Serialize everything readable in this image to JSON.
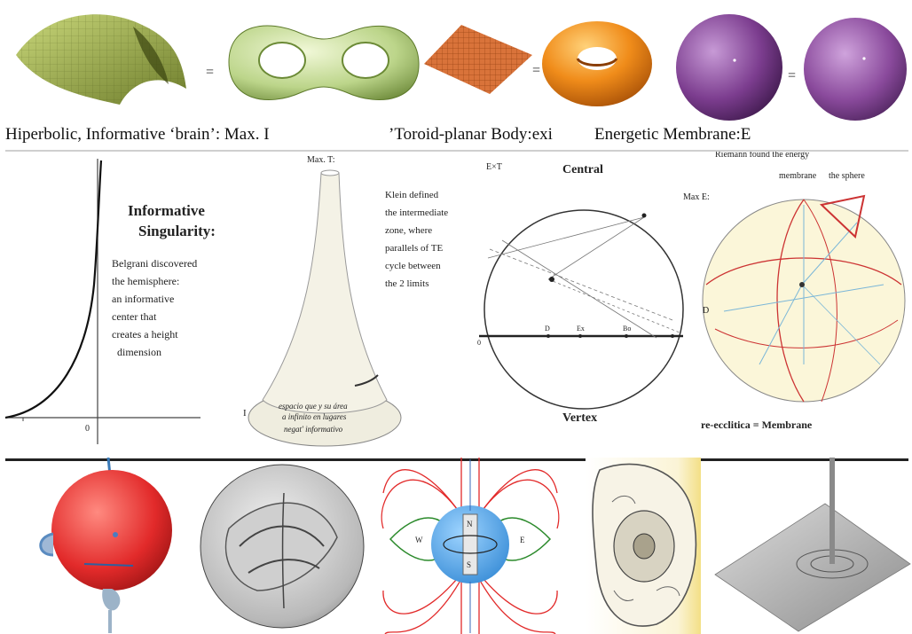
{
  "top_row": {
    "equals_signs": [
      "=",
      "=",
      "="
    ],
    "captions": [
      "Hiperbolic, Informative ‘brain’: Max. I",
      "’Toroid-planar Body:exi",
      "Energetic Membrane:E"
    ]
  },
  "middle_panel": {
    "hyperbola_section": {
      "title_line1": "Informative",
      "title_line2": "Singularity:",
      "body_lines": [
        "Belgrani discovered",
        "the hemisphere:",
        "an informative",
        "center that",
        "creates a height",
        "dimension"
      ],
      "axis_label_origin": "0"
    },
    "funnel_section": {
      "top_label": "Max. T:",
      "side_label": "I",
      "base_lines": [
        "espacio que y su área",
        "a infinito en lugares",
        "negat' informativo"
      ]
    },
    "klein_section": {
      "body_lines": [
        "Klein defined",
        "the intermediate",
        "zone, where",
        "parallels of TE",
        "cycle between",
        "the 2 limits"
      ]
    },
    "circle_section": {
      "top_left_label": "E×T",
      "top_label": "Central",
      "bottom_label": "Vertex",
      "axis_points": [
        "0",
        "D",
        "Ex",
        "Bo"
      ]
    },
    "sphere_section": {
      "note_line1": "Riemann found the energy",
      "note_line2": "membrane",
      "note_line3": "the sphere",
      "max_label": "Max E:",
      "side_label": "D",
      "bottom_label": "re-ecclitica = Membrane"
    }
  },
  "bottom_row": {
    "magnet_labels": {
      "n": "N",
      "s": "S",
      "w": "W",
      "e": "E"
    }
  }
}
